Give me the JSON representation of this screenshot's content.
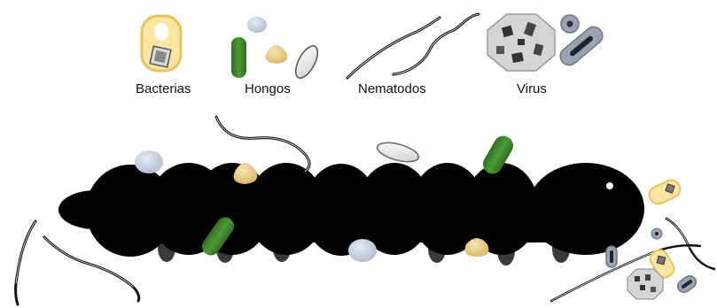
{
  "legend": {
    "bacteria_label": "Bacterias",
    "fungi_label": "Hongos",
    "nematodes_label": "Nematodos",
    "virus_label": "Virus"
  },
  "colors": {
    "body": "#000000",
    "bacteria_fill": "#fde5a2",
    "bacteria_stroke": "#e6c45c",
    "fungi_green": "#3f8a2c",
    "fungi_blue": "#c7d2e4",
    "fungi_tan": "#e9cf89",
    "virus_gray": "#9aa3b1",
    "virus_light": "#d5d5d5"
  },
  "icons": [
    "bacteria-icon",
    "fungi-icon",
    "nematode-icon",
    "virus-icon"
  ]
}
